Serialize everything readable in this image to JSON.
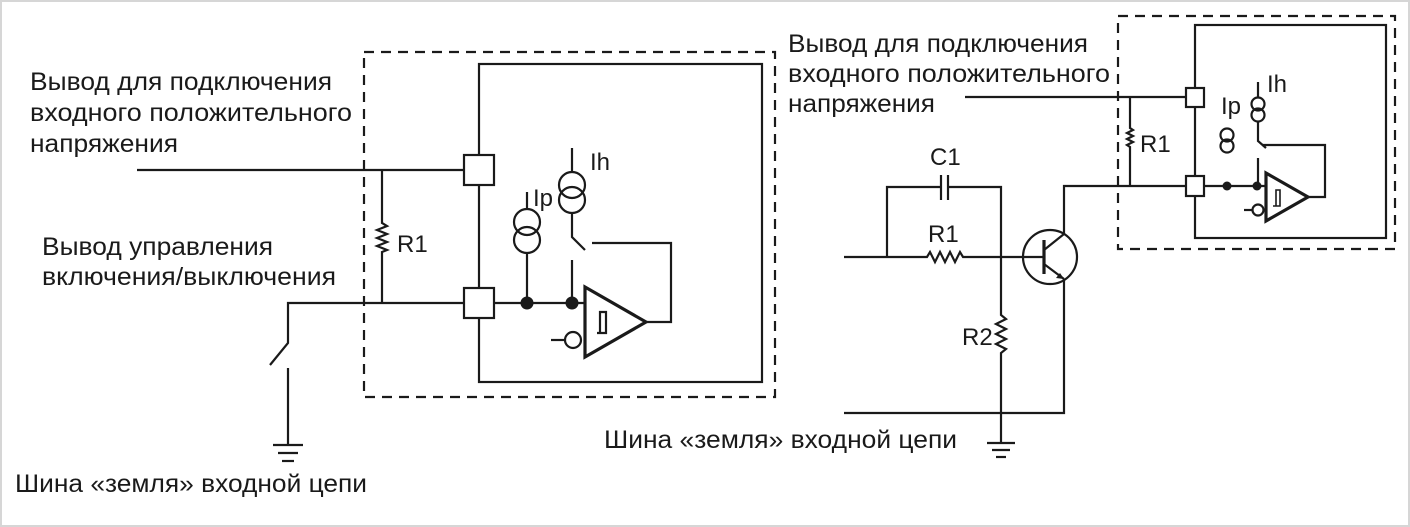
{
  "left_circuit": {
    "label_input_voltage": [
      "Вывод для подключения",
      "входного положительного",
      "напряжения"
    ],
    "label_control": [
      "Вывод управления",
      "включения/выключения"
    ],
    "label_ground": "Шина «земля» входной цепи",
    "resistor": "R1",
    "current_source_p": "Ip",
    "current_source_h": "Ih"
  },
  "right_circuit": {
    "label_input_voltage": [
      "Вывод для подключения",
      "входного положительного",
      "напряжения"
    ],
    "label_ground": "Шина «земля» входной цепи",
    "resistor_r1_internal": "R1",
    "capacitor": "C1",
    "resistor_r1_base": "R1",
    "resistor_r2": "R2",
    "current_source_p": "Ip",
    "current_source_h": "Ih"
  }
}
